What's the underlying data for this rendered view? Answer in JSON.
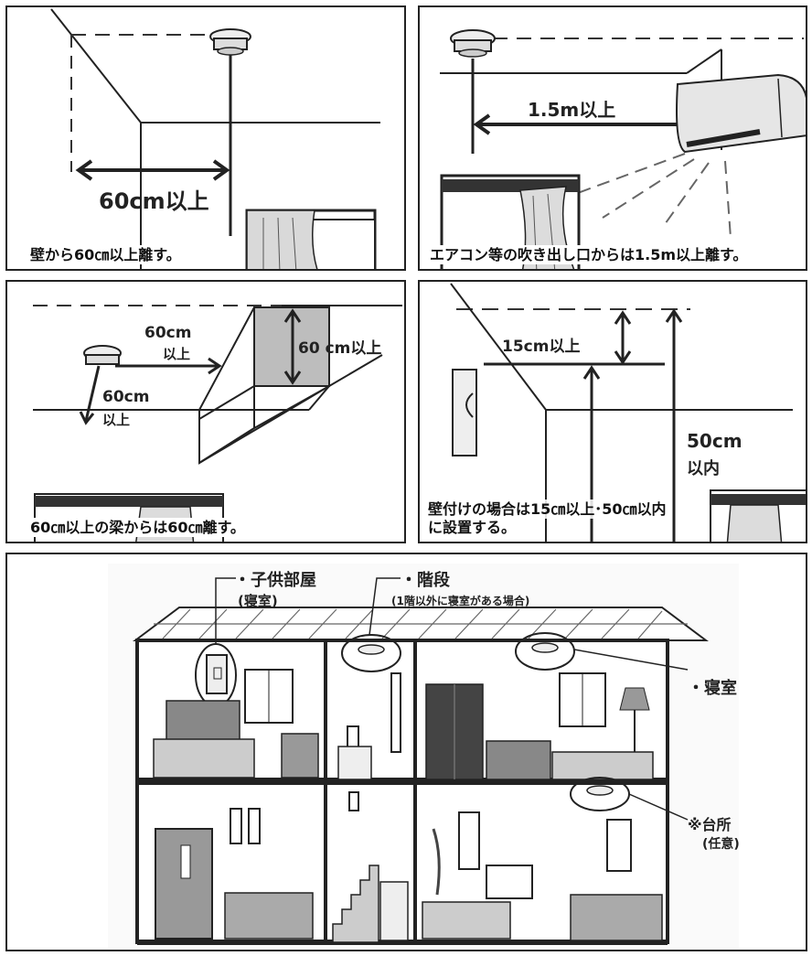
{
  "panel1": {
    "caption": "壁から60㎝以上離す。",
    "measure": "60cm以上"
  },
  "panel2": {
    "caption": "エアコン等の吹き出し口からは1.5m以上離す。",
    "measure": "1.5m以上"
  },
  "panel3": {
    "caption": "60㎝以上の梁からは60㎝離す。",
    "label_horizontal_value": "60cm",
    "label_horizontal_unit": "以上",
    "label_vertical_value": "60cm",
    "label_vertical_unit": "以上",
    "label_beam": "60 cm以上"
  },
  "panel4": {
    "caption_line1": "壁付けの場合は15㎝以上･50㎝以内",
    "caption_line2": "に設置する。",
    "label_top": "15cm以上",
    "label_range_value": "50cm",
    "label_range_unit": "以内"
  },
  "house": {
    "label_children_room": "・子供部屋",
    "label_children_room_sub": "(寝室)",
    "label_stairs": "・階段",
    "label_stairs_sub": "(1階以外に寝室がある場合)",
    "label_bedroom": "・寝室",
    "label_kitchen": "※台所",
    "label_kitchen_sub": "(任意)"
  }
}
